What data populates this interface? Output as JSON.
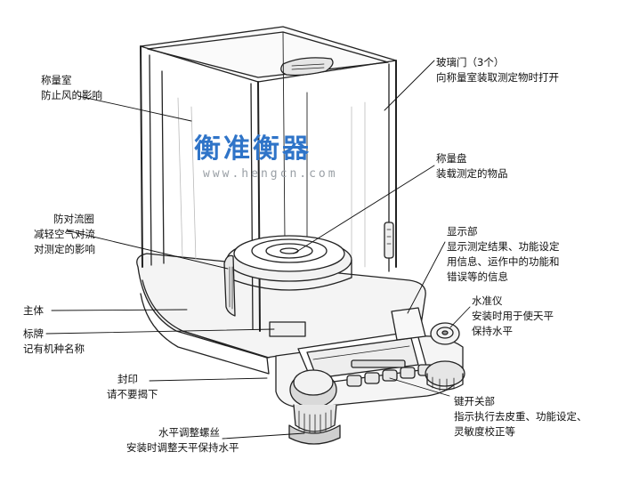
{
  "watermark": {
    "brand": "衡准衡器",
    "url": "www.hengcn.com"
  },
  "labels": {
    "weighing_chamber": {
      "title": "称量室",
      "desc": "防止风的影响"
    },
    "glass_door": {
      "title": "玻璃门（3个）",
      "desc": "向称量室装取测定物时打开"
    },
    "weighing_pan": {
      "title": "称量盘",
      "desc": "装载测定的物品"
    },
    "draft_ring": {
      "title": "防对流圈",
      "desc1": "减轻空气对流",
      "desc2": "对测定的影响"
    },
    "display": {
      "title": "显示部",
      "desc1": "显示测定结果、功能设定",
      "desc2": "用信息、运作中的功能和",
      "desc3": "错误等的信息"
    },
    "main_body": {
      "title": "主体"
    },
    "level": {
      "title": "水准仪",
      "desc1": "安装时用于使天平",
      "desc2": "保持水平"
    },
    "nameplate": {
      "title": "标牌",
      "desc": "记有机种名称"
    },
    "seal": {
      "title": "封印",
      "desc": "请不要揭下"
    },
    "keys": {
      "title": "键开关部",
      "desc1": "指示执行去皮重、功能设定、",
      "desc2": "灵敏度校正等"
    },
    "leveling_screw": {
      "title": "水平调整螺丝",
      "desc": "安装时调整天平保持水平"
    }
  }
}
